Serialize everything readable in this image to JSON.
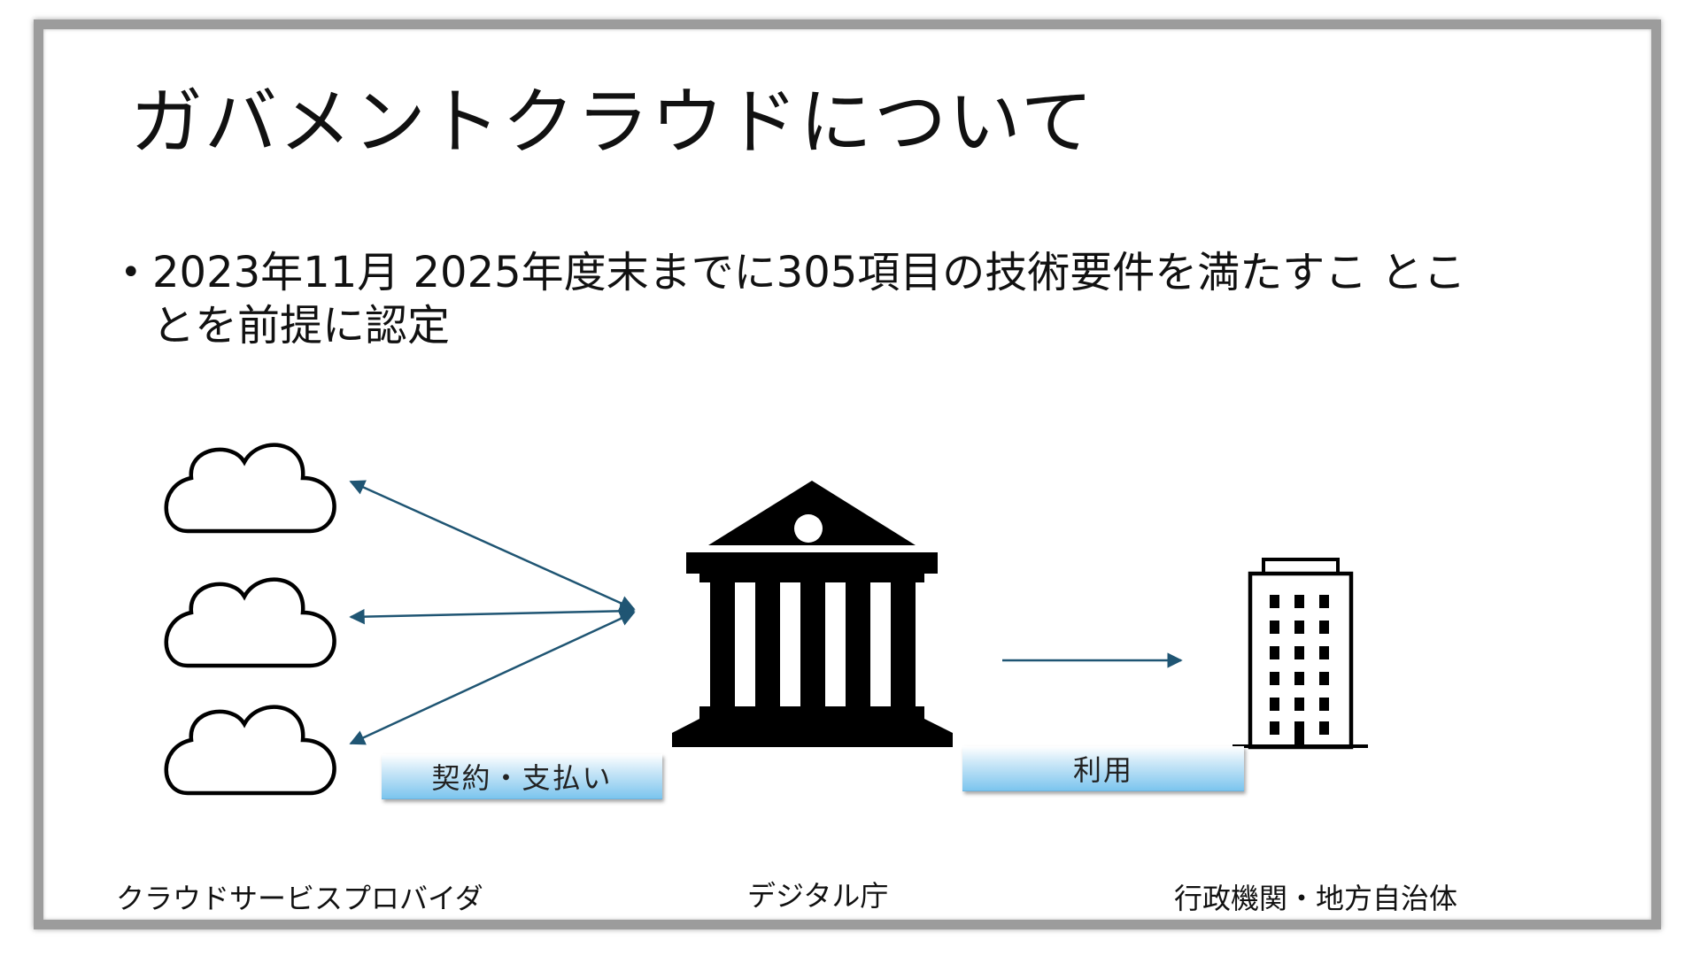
{
  "slide": {
    "title": "ガバメントクラウドについて",
    "bullet": "2023年11月 2025年度末までに305項目の技術要件を満たすこ とことを前提に認定"
  },
  "diagram": {
    "contract_label": "契約・支払い",
    "usage_label": "利用",
    "entities": {
      "cloud_providers": "クラウドサービスプロバイダ",
      "digital_agency": "デジタル庁",
      "local_gov": "行政機関・地方自治体"
    },
    "icons": {
      "cloud": "cloud-icon",
      "agency": "government-building-icon",
      "office": "office-building-icon"
    },
    "arrow_color": "#1f5573"
  }
}
